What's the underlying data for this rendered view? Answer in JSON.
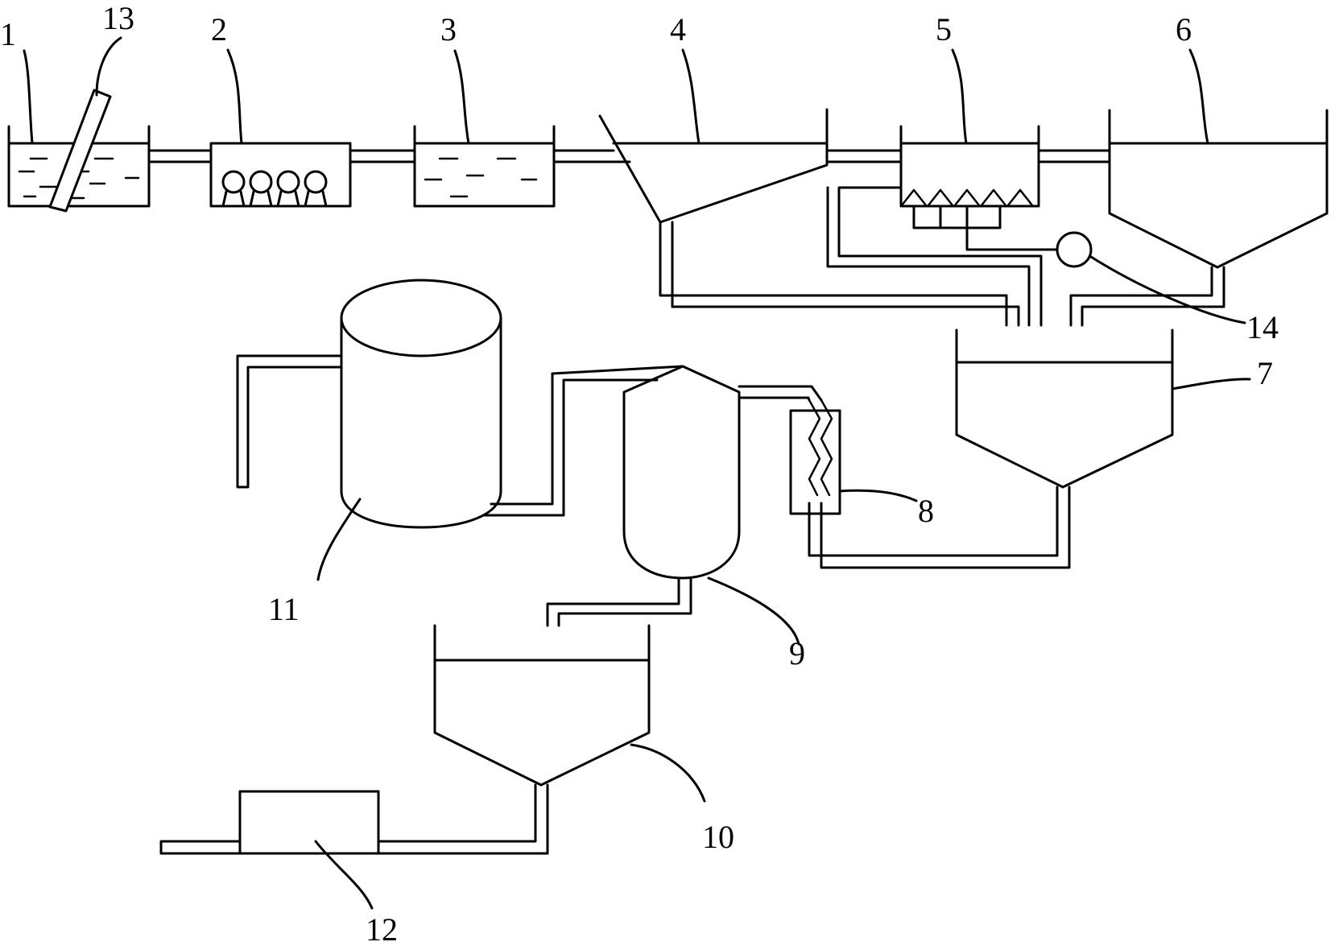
{
  "diagram": {
    "labels": {
      "n1": "1",
      "n2": "2",
      "n3": "3",
      "n4": "4",
      "n5": "5",
      "n6": "6",
      "n7": "7",
      "n8": "8",
      "n9": "9",
      "n10": "10",
      "n11": "11",
      "n12": "12",
      "n13": "13",
      "n14": "14"
    }
  }
}
